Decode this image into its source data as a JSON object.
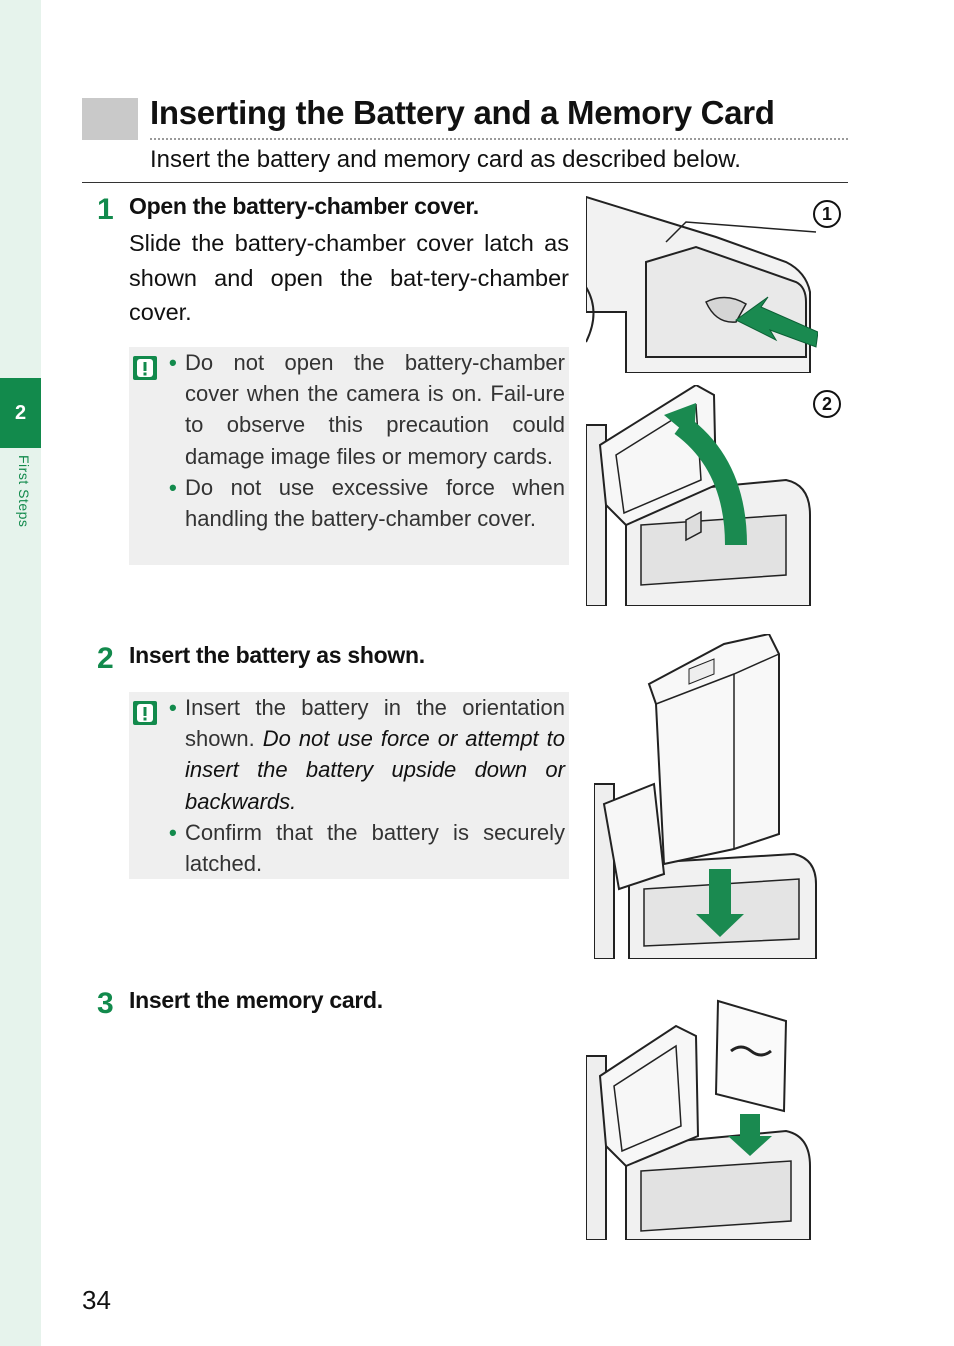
{
  "sidebar": {
    "chapter_number": "2",
    "chapter_name": "First Steps"
  },
  "title": "Inserting the Battery and a Memory Card",
  "subtitle": "Insert the battery and memory card as described below.",
  "steps": [
    {
      "number": "1",
      "heading": "Open the battery-chamber cover.",
      "body": "Slide the battery-chamber cover latch as shown and open the bat-tery-chamber cover.",
      "note_items": [
        "Do not open the battery-chamber cover when the camera is on. Fail-ure to observe this precaution could damage image files or memory cards.",
        "Do not use excessive force when handling the battery-chamber cover."
      ],
      "callouts": [
        "1",
        "2"
      ]
    },
    {
      "number": "2",
      "heading": "Insert the battery as shown.",
      "note_item1_plain": "Insert the battery in the orientation shown.",
      "note_item1_italic": "Do not use force or attempt to insert the battery upside down or backwards.",
      "note_item2": "Confirm that the battery is securely latched."
    },
    {
      "number": "3",
      "heading": "Insert the memory card."
    }
  ],
  "page_number": "34",
  "colors": {
    "accent": "#128a4c",
    "sidebar": "#e6f3ec",
    "note_bg": "#efefef",
    "title_block": "#c9c9c9"
  },
  "icons": [
    "caution-icon",
    "arrow-icon"
  ]
}
